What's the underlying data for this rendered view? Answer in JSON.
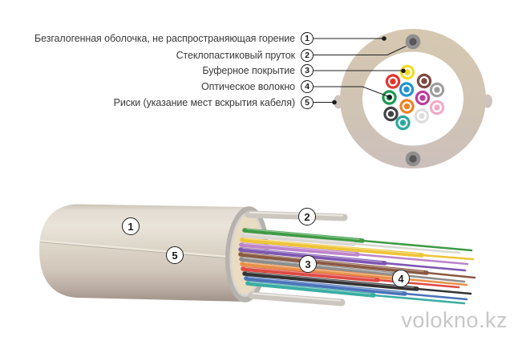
{
  "watermark": "volokno.kz",
  "labels": [
    {
      "num": "1",
      "text": "Безгалогенная оболочка, не распространяющая горение"
    },
    {
      "num": "2",
      "text": "Стеклопастиковый пруток"
    },
    {
      "num": "3",
      "text": "Буферное покрытие"
    },
    {
      "num": "4",
      "text": "Оптическое волокно"
    },
    {
      "num": "5",
      "text": "Риски (указание мест вскрытия кабеля)"
    }
  ],
  "cross_section": {
    "jacket_color_top": "#d6c8b0",
    "jacket_color_bottom": "#ccc0bc",
    "inner_color": "#ffffff",
    "strength_member_color": "#8f8f8f",
    "strength_member_core": "#575757",
    "fibers": [
      {
        "name": "yellow",
        "hex": "#f2dc22"
      },
      {
        "name": "red",
        "hex": "#e4342c"
      },
      {
        "name": "brown",
        "hex": "#7c4a41"
      },
      {
        "name": "blue",
        "hex": "#2094d2"
      },
      {
        "name": "slate",
        "hex": "#9e9e9e"
      },
      {
        "name": "green",
        "hex": "#1a9a4e"
      },
      {
        "name": "violet",
        "hex": "#bb3f9d"
      },
      {
        "name": "orange",
        "hex": "#ee8122"
      },
      {
        "name": "rose",
        "hex": "#f2abc6"
      },
      {
        "name": "black",
        "hex": "#424242"
      },
      {
        "name": "white",
        "hex": "#dedede"
      },
      {
        "name": "aqua",
        "hex": "#2ba89e"
      }
    ]
  },
  "cable_3d": {
    "face_ring_color": "#b6b2ad",
    "face_lining_color": "#d8d4cf",
    "face_core_color": "#e8dcc2",
    "rod_color": "#cbc7c0",
    "fibers": [
      {
        "name": "green",
        "hex": "#3f9c45"
      },
      {
        "name": "white",
        "hex": "#dbd8d2"
      },
      {
        "name": "yellow",
        "hex": "#eec435"
      },
      {
        "name": "rose",
        "hex": "#bd85cb"
      },
      {
        "name": "violet",
        "hex": "#7e57b2"
      },
      {
        "name": "brown",
        "hex": "#8a5a42"
      },
      {
        "name": "slate",
        "hex": "#8d8d8d"
      },
      {
        "name": "orange",
        "hex": "#e89049"
      },
      {
        "name": "red",
        "hex": "#de4a44"
      },
      {
        "name": "black",
        "hex": "#333333"
      },
      {
        "name": "blue",
        "hex": "#4a74bb"
      },
      {
        "name": "aqua",
        "hex": "#3aada2"
      }
    ]
  }
}
